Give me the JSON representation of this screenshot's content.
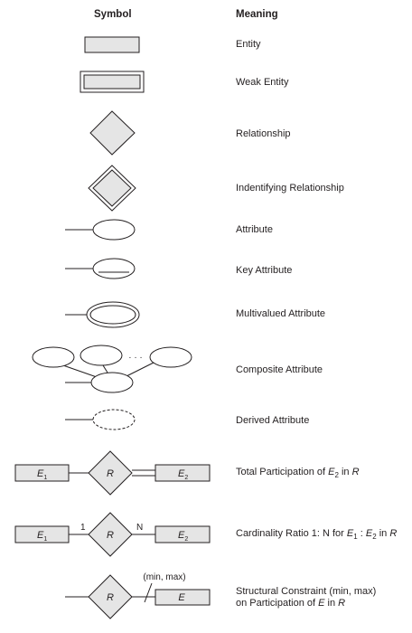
{
  "headers": {
    "symbol": "Symbol",
    "meaning": "Meaning"
  },
  "fill_color": "#e5e5e5",
  "stroke_color": "#231f20",
  "rows": [
    {
      "id": "entity",
      "meaning_parts": [
        {
          "t": "Entity"
        }
      ]
    },
    {
      "id": "weak-entity",
      "meaning_parts": [
        {
          "t": "Weak Entity"
        }
      ]
    },
    {
      "id": "relationship",
      "meaning_parts": [
        {
          "t": "Relationship"
        }
      ]
    },
    {
      "id": "identifying-relationship",
      "meaning_parts": [
        {
          "t": "Indentifying Relationship"
        }
      ]
    },
    {
      "id": "attribute",
      "meaning_parts": [
        {
          "t": "Attribute"
        }
      ]
    },
    {
      "id": "key-attribute",
      "meaning_parts": [
        {
          "t": "Key Attribute"
        }
      ]
    },
    {
      "id": "multivalued-attribute",
      "meaning_parts": [
        {
          "t": "Multivalued Attribute"
        }
      ]
    },
    {
      "id": "composite-attribute",
      "meaning_parts": [
        {
          "t": "Composite Attribute"
        }
      ]
    },
    {
      "id": "derived-attribute",
      "meaning_parts": [
        {
          "t": "Derived Attribute"
        }
      ]
    },
    {
      "id": "total-participation",
      "meaning_parts": [
        {
          "t": "Total Participation of "
        },
        {
          "t": "E",
          "i": true
        },
        {
          "t": "2",
          "sub": true
        },
        {
          "t": " in "
        },
        {
          "t": "R",
          "i": true
        }
      ]
    },
    {
      "id": "cardinality-ratio",
      "meaning_parts": [
        {
          "t": "Cardinality Ratio 1: N for "
        },
        {
          "t": "E",
          "i": true
        },
        {
          "t": "1",
          "sub": true
        },
        {
          "t": " : "
        },
        {
          "t": "E",
          "i": true
        },
        {
          "t": "2",
          "sub": true
        },
        {
          "t": " in "
        },
        {
          "t": "R",
          "i": true
        }
      ]
    },
    {
      "id": "structural-constraint",
      "meaning_parts": [
        {
          "t": "Structural Constraint (min, max)"
        },
        {
          "br": true
        },
        {
          "t": "on Participation of "
        },
        {
          "t": "E",
          "i": true
        },
        {
          "t": " in "
        },
        {
          "t": "R",
          "i": true
        }
      ]
    }
  ],
  "symbol_labels": {
    "total_rel": "R",
    "total_e1": "E",
    "total_e1_sub": "1",
    "total_e2": "E",
    "total_e2_sub": "2",
    "card_rel": "R",
    "card_e1": "E",
    "card_e1_sub": "1",
    "card_e2": "E",
    "card_e2_sub": "2",
    "card_one": "1",
    "card_n": "N",
    "struct_rel": "R",
    "struct_e": "E",
    "struct_minmax": "(min, max)",
    "composite_dots": "· · ·"
  }
}
